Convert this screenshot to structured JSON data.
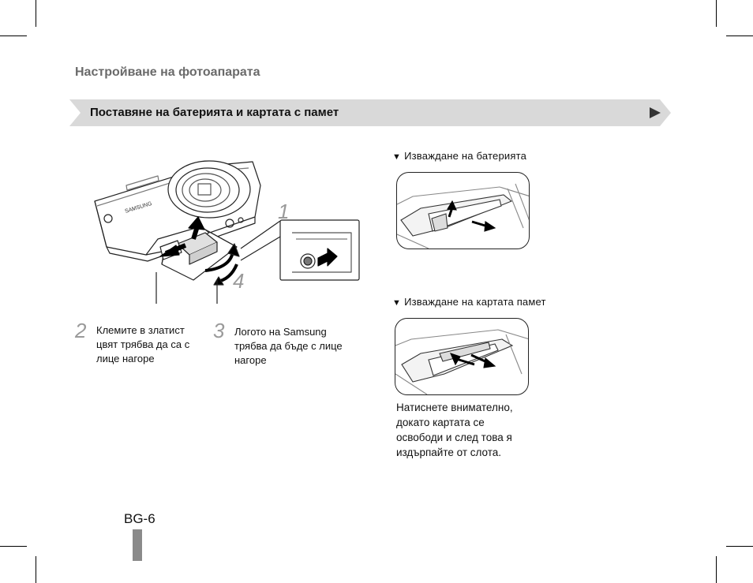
{
  "section_title": "Настройване на фотоапарата",
  "banner": {
    "title": "Поставяне на батерията и картата с памет",
    "color": "#d9d9d9",
    "arrow_color": "#333333"
  },
  "illustration": {
    "brand_label": "SAMSUNG",
    "step_1": "1",
    "step_4": "4"
  },
  "steps": [
    {
      "number": "2",
      "text_lines": [
        "Клемите в златист",
        "цвят трябва да са с",
        "лице нагоре"
      ]
    },
    {
      "number": "3",
      "text_lines": [
        "Логото на Samsung",
        "трябва да бъде с лице",
        "нагоре"
      ]
    }
  ],
  "remove_battery": {
    "marker": "▼",
    "heading": "Изваждане на батерията"
  },
  "remove_card": {
    "marker": "▼",
    "heading": "Изваждане на картата памет",
    "note_lines": [
      "Натиснете внимателно,",
      "докато картата се",
      "освободи и след това я",
      "издърпайте от слота."
    ]
  },
  "page_number": "BG-6"
}
